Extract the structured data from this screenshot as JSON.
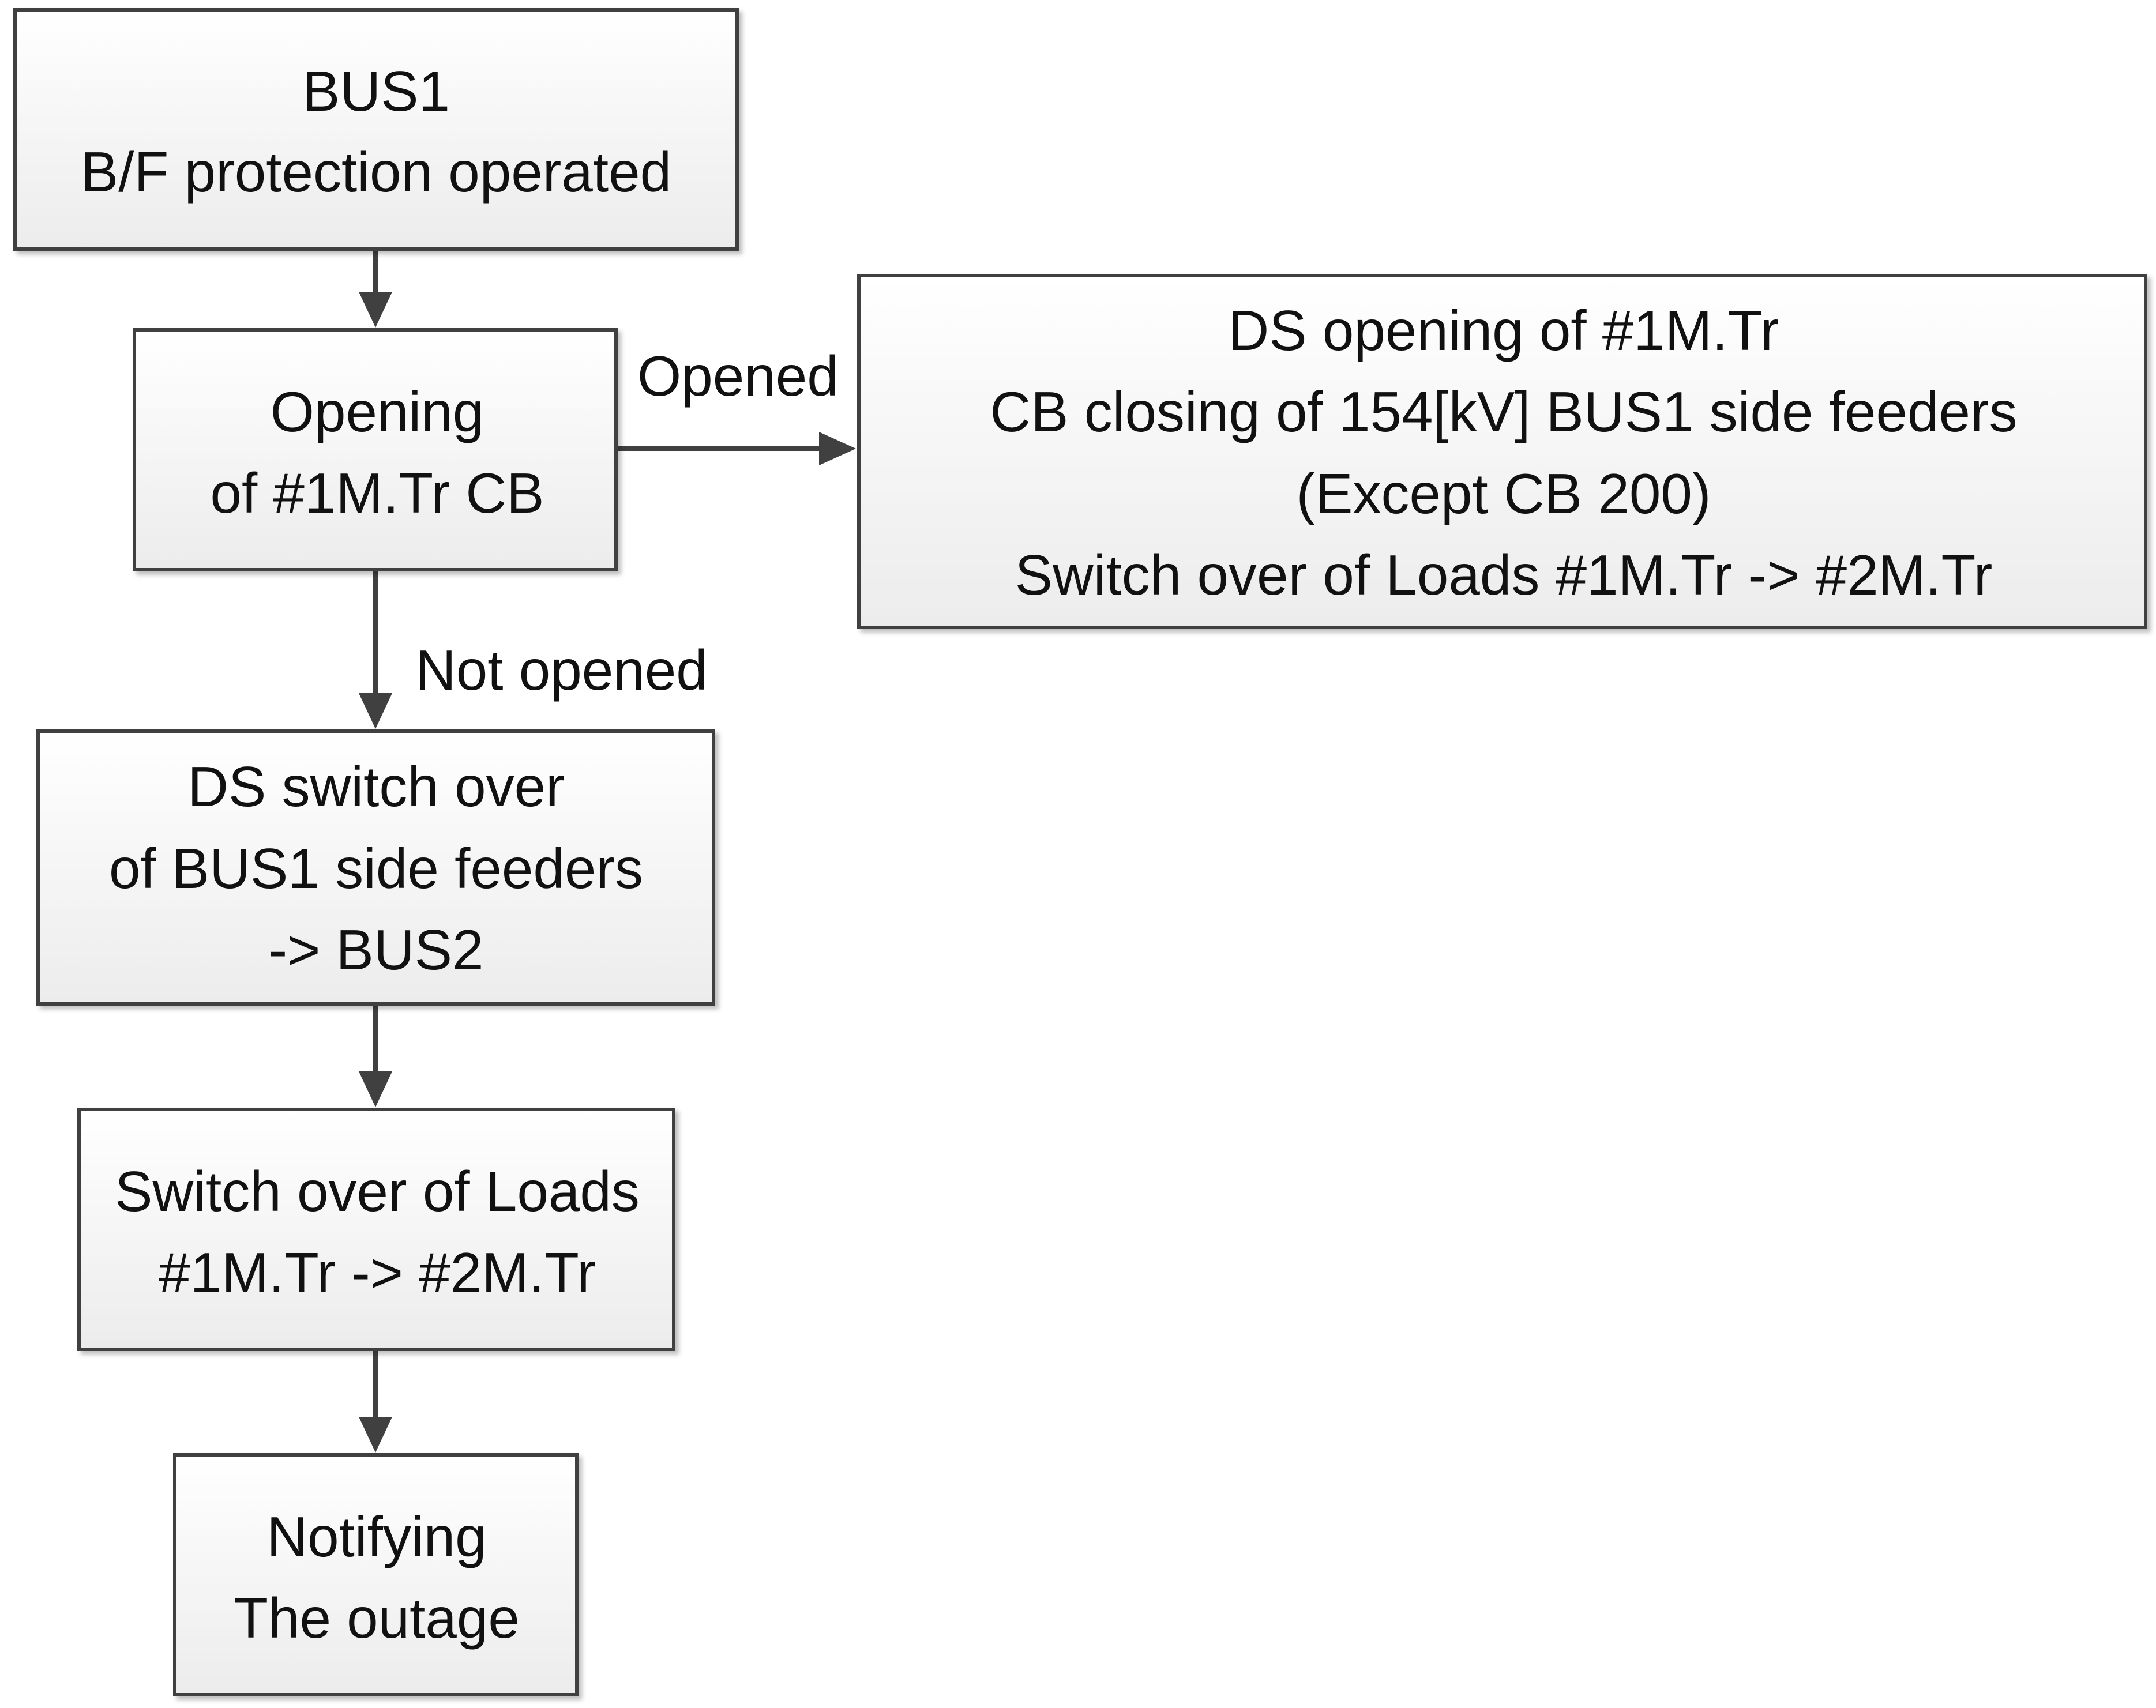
{
  "diagram": {
    "nodes": [
      {
        "id": "bus1-bf",
        "lines": [
          "BUS1",
          "B/F protection operated"
        ]
      },
      {
        "id": "opening-cb",
        "lines": [
          "Opening",
          "of #1M.Tr CB"
        ]
      },
      {
        "id": "ds-opening",
        "lines": [
          "DS opening of #1M.Tr",
          "CB closing of 154[kV] BUS1 side feeders",
          "(Except CB 200)",
          "Switch over of Loads #1M.Tr -> #2M.Tr"
        ]
      },
      {
        "id": "ds-switch",
        "lines": [
          "DS switch over",
          "of BUS1 side feeders",
          "-> BUS2"
        ]
      },
      {
        "id": "switch-loads",
        "lines": [
          "Switch over of Loads",
          "#1M.Tr -> #2M.Tr"
        ]
      },
      {
        "id": "notifying",
        "lines": [
          "Notifying",
          "The outage"
        ]
      }
    ],
    "edges": [
      {
        "from": "bus1-bf",
        "to": "opening-cb",
        "label": ""
      },
      {
        "from": "opening-cb",
        "to": "ds-opening",
        "label": "Opened"
      },
      {
        "from": "opening-cb",
        "to": "ds-switch",
        "label": "Not opened"
      },
      {
        "from": "ds-switch",
        "to": "switch-loads",
        "label": ""
      },
      {
        "from": "switch-loads",
        "to": "notifying",
        "label": ""
      }
    ],
    "colors": {
      "box_fill_top": "#ffffff",
      "box_fill_bottom": "#ececec",
      "box_stroke": "#404040",
      "arrow": "#404040",
      "text": "#111111"
    }
  }
}
